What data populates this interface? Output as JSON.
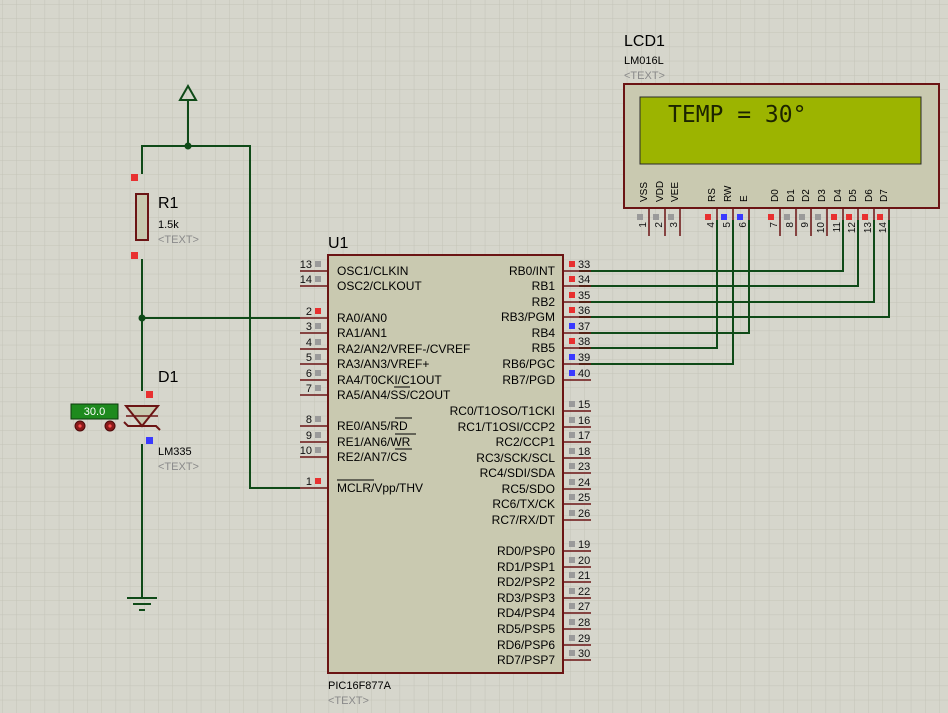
{
  "colors": {
    "background": "#d6d6cc",
    "grid": "#c4c4b8",
    "wire": "#0f4a18",
    "component_border": "#6b1414",
    "chip_fill": "#c9c9b0",
    "lcd_screen": "#9cb400",
    "lcd_text": "#1c2400",
    "pin_active": "#e83030",
    "pin_low": "#3a3aff",
    "pin_neutral": "#9a9a9a",
    "pin_number": "#0f0f0f",
    "label_text": "#000000",
    "placeholder_text": "#8a8a8a",
    "probe_display": "#1e8a1e"
  },
  "placeholder": "<TEXT>",
  "lcd": {
    "ref": "LCD1",
    "part": "LM016L",
    "display_text": "TEMP = 30°",
    "pins": [
      {
        "num": "1",
        "name": "VSS",
        "state": "neutral"
      },
      {
        "num": "2",
        "name": "VDD",
        "state": "neutral"
      },
      {
        "num": "3",
        "name": "VEE",
        "state": "neutral"
      },
      {
        "num": "4",
        "name": "RS",
        "state": "active"
      },
      {
        "num": "5",
        "name": "RW",
        "state": "low"
      },
      {
        "num": "6",
        "name": "E",
        "state": "low"
      },
      {
        "num": "7",
        "name": "D0",
        "state": "active"
      },
      {
        "num": "8",
        "name": "D1",
        "state": "neutral"
      },
      {
        "num": "9",
        "name": "D2",
        "state": "neutral"
      },
      {
        "num": "10",
        "name": "D3",
        "state": "neutral"
      },
      {
        "num": "11",
        "name": "D4",
        "state": "active"
      },
      {
        "num": "12",
        "name": "D5",
        "state": "active"
      },
      {
        "num": "13",
        "name": "D6",
        "state": "active"
      },
      {
        "num": "14",
        "name": "D7",
        "state": "active"
      }
    ]
  },
  "resistor": {
    "ref": "R1",
    "value": "1.5k"
  },
  "sensor": {
    "ref": "D1",
    "part": "LM335",
    "probe_value": "30.0"
  },
  "mcu": {
    "ref": "U1",
    "part": "PIC16F877A",
    "left_pins": [
      {
        "num": "13",
        "label": "OSC1/CLKIN",
        "state": "neutral"
      },
      {
        "num": "14",
        "label": "OSC2/CLKOUT",
        "state": "neutral"
      },
      {
        "num": "2",
        "label": "RA0/AN0",
        "state": "active"
      },
      {
        "num": "3",
        "label": "RA1/AN1",
        "state": "neutral"
      },
      {
        "num": "4",
        "label": "RA2/AN2/VREF-/CVREF",
        "state": "neutral"
      },
      {
        "num": "5",
        "label": "RA3/AN3/VREF+",
        "state": "neutral"
      },
      {
        "num": "6",
        "label": "RA4/T0CKI/C1OUT",
        "state": "neutral"
      },
      {
        "num": "7",
        "label": "RA5/AN4/SS/C2OUT",
        "state": "neutral"
      },
      {
        "num": "8",
        "label": "RE0/AN5/RD",
        "state": "neutral"
      },
      {
        "num": "9",
        "label": "RE1/AN6/WR",
        "state": "neutral"
      },
      {
        "num": "10",
        "label": "RE2/AN7/CS",
        "state": "neutral"
      },
      {
        "num": "1",
        "label": "MCLR/Vpp/THV",
        "state": "active"
      }
    ],
    "right_pins": [
      {
        "num": "33",
        "label": "RB0/INT",
        "state": "active"
      },
      {
        "num": "34",
        "label": "RB1",
        "state": "active"
      },
      {
        "num": "35",
        "label": "RB2",
        "state": "active"
      },
      {
        "num": "36",
        "label": "RB3/PGM",
        "state": "active"
      },
      {
        "num": "37",
        "label": "RB4",
        "state": "low"
      },
      {
        "num": "38",
        "label": "RB5",
        "state": "active"
      },
      {
        "num": "39",
        "label": "RB6/PGC",
        "state": "low"
      },
      {
        "num": "40",
        "label": "RB7/PGD",
        "state": "low"
      },
      {
        "num": "15",
        "label": "RC0/T1OSO/T1CKI",
        "state": "neutral"
      },
      {
        "num": "16",
        "label": "RC1/T1OSI/CCP2",
        "state": "neutral"
      },
      {
        "num": "17",
        "label": "RC2/CCP1",
        "state": "neutral"
      },
      {
        "num": "18",
        "label": "RC3/SCK/SCL",
        "state": "neutral"
      },
      {
        "num": "23",
        "label": "RC4/SDI/SDA",
        "state": "neutral"
      },
      {
        "num": "24",
        "label": "RC5/SDO",
        "state": "neutral"
      },
      {
        "num": "25",
        "label": "RC6/TX/CK",
        "state": "neutral"
      },
      {
        "num": "26",
        "label": "RC7/RX/DT",
        "state": "neutral"
      },
      {
        "num": "19",
        "label": "RD0/PSP0",
        "state": "neutral"
      },
      {
        "num": "20",
        "label": "RD1/PSP1",
        "state": "neutral"
      },
      {
        "num": "21",
        "label": "RD2/PSP2",
        "state": "neutral"
      },
      {
        "num": "22",
        "label": "RD3/PSP3",
        "state": "neutral"
      },
      {
        "num": "27",
        "label": "RD4/PSP4",
        "state": "neutral"
      },
      {
        "num": "28",
        "label": "RD5/PSP5",
        "state": "neutral"
      },
      {
        "num": "29",
        "label": "RD6/PSP6",
        "state": "neutral"
      },
      {
        "num": "30",
        "label": "RD7/PSP7",
        "state": "neutral"
      }
    ]
  }
}
